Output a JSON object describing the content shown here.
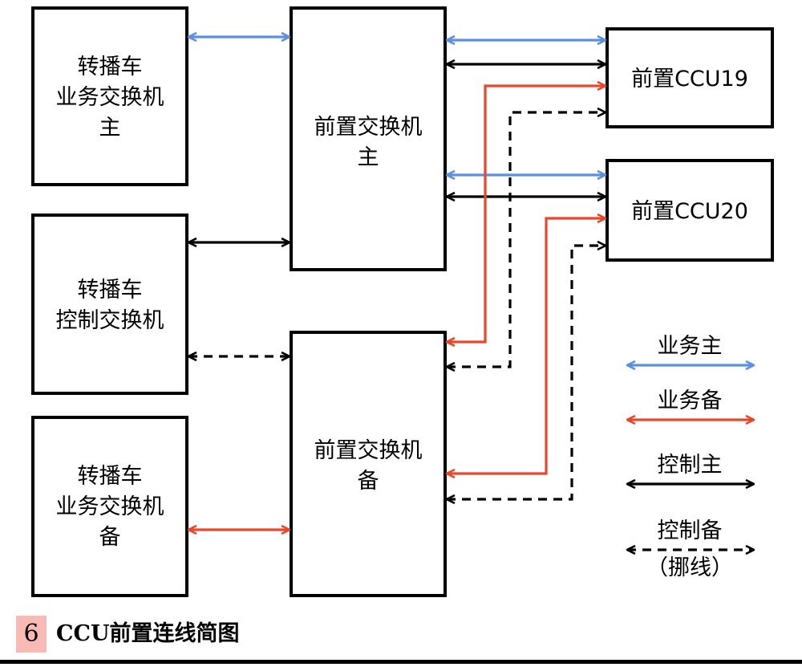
{
  "colors": {
    "business_main": "#5b8fe0",
    "business_backup": "#e9472a",
    "control": "#000000",
    "fig_badge": "#f9b9b4"
  },
  "boxes": {
    "relay_biz_main": [
      "转播车",
      "业务交换机",
      "主"
    ],
    "relay_ctrl": [
      "转播车",
      "控制交换机"
    ],
    "relay_biz_backup": [
      "转播车",
      "业务交换机",
      "备"
    ],
    "front_switch_main": [
      "前置交换机",
      "主"
    ],
    "front_switch_backup": [
      "前置交换机",
      "备"
    ],
    "ccu19": "前置CCU19",
    "ccu20": "前置CCU20"
  },
  "legend": {
    "business_main": "业务主",
    "business_backup": "业务备",
    "control_main": "控制主",
    "control_backup": "控制备",
    "control_backup_note": "（挪线）"
  },
  "caption": {
    "number": "6",
    "text": "CCU前置连线简图"
  }
}
